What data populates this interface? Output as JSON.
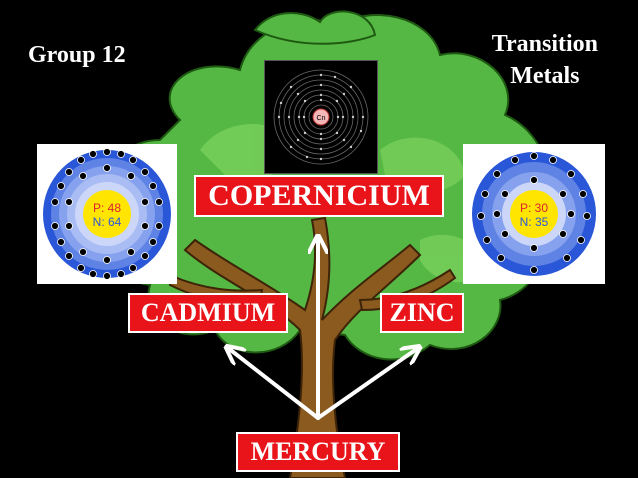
{
  "headings": {
    "group": "Group 12",
    "category_line1": "Transition",
    "category_line2": "Metals"
  },
  "labels": {
    "copernicium": "COPERNICIUM",
    "cadmium": "CADMIUM",
    "zinc": "ZINC",
    "mercury": "MERCURY"
  },
  "atoms": {
    "cadmium": {
      "protons": "P: 48",
      "neutrons": "N: 64"
    },
    "zinc": {
      "protons": "P: 30",
      "neutrons": "N: 35"
    },
    "copernicium": {
      "symbol": "Cn"
    }
  },
  "colors": {
    "background": "#000000",
    "foliage": "#56b844",
    "trunk": "#8a5a1e",
    "label_bg": "#e8141a",
    "arrow": "#ffffff",
    "nucleus": "#ffe500"
  }
}
